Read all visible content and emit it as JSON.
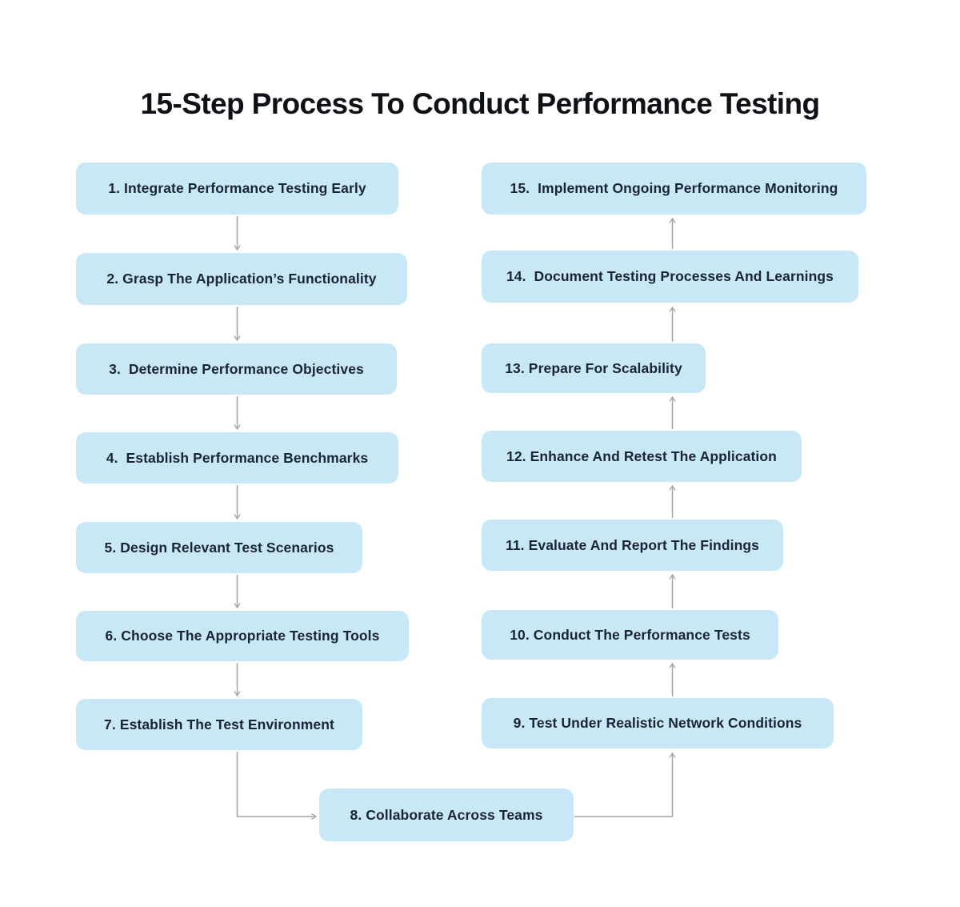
{
  "title": "15-Step Process To Conduct Performance Testing",
  "colors": {
    "background": "#ffffff",
    "box_fill": "#c9e8f7",
    "box_text": "#1a2533",
    "title_text": "#0e1116",
    "arrow": "#a1a5a8"
  },
  "diagram": {
    "type": "flowchart",
    "steps": [
      {
        "num": 1,
        "label": "1. Integrate Performance Testing Early"
      },
      {
        "num": 2,
        "label": "2. Grasp The Application’s Functionality"
      },
      {
        "num": 3,
        "label": "3.  Determine Performance Objectives"
      },
      {
        "num": 4,
        "label": "4.  Establish Performance Benchmarks"
      },
      {
        "num": 5,
        "label": "5. Design Relevant Test Scenarios"
      },
      {
        "num": 6,
        "label": "6. Choose The Appropriate Testing Tools"
      },
      {
        "num": 7,
        "label": "7. Establish The Test Environment"
      },
      {
        "num": 8,
        "label": "8. Collaborate Across Teams"
      },
      {
        "num": 9,
        "label": "9. Test Under Realistic Network Conditions"
      },
      {
        "num": 10,
        "label": "10. Conduct The Performance Tests"
      },
      {
        "num": 11,
        "label": "11. Evaluate And Report The Findings"
      },
      {
        "num": 12,
        "label": "12. Enhance And Retest The Application"
      },
      {
        "num": 13,
        "label": "13. Prepare For Scalability"
      },
      {
        "num": 14,
        "label": "14.  Document Testing Processes And Learnings"
      },
      {
        "num": 15,
        "label": "15.  Implement Ongoing Performance Monitoring"
      }
    ],
    "flow_order": "1 > 2 > 3 > 4 > 5 > 6 > 7 > 8 > 9 > 10 > 11 > 12 > 13 > 14 > 15",
    "edges": [
      [
        1,
        2
      ],
      [
        2,
        3
      ],
      [
        3,
        4
      ],
      [
        4,
        5
      ],
      [
        5,
        6
      ],
      [
        6,
        7
      ],
      [
        7,
        8
      ],
      [
        8,
        9
      ],
      [
        9,
        10
      ],
      [
        10,
        11
      ],
      [
        11,
        12
      ],
      [
        12,
        13
      ],
      [
        13,
        14
      ],
      [
        14,
        15
      ]
    ]
  }
}
